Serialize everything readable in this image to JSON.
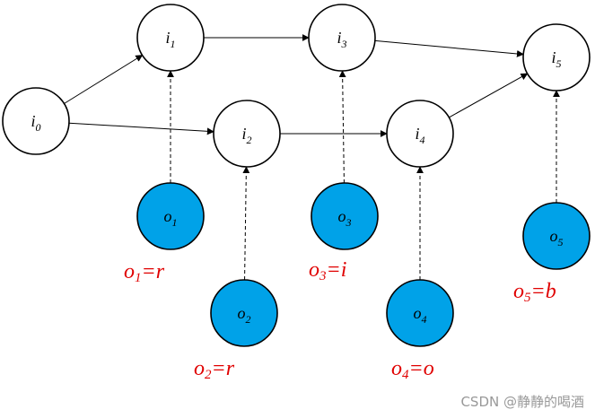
{
  "diagram": {
    "hidden_nodes": [
      {
        "id": "i0",
        "base": "i",
        "sub": "0"
      },
      {
        "id": "i1",
        "base": "i",
        "sub": "1"
      },
      {
        "id": "i2",
        "base": "i",
        "sub": "2"
      },
      {
        "id": "i3",
        "base": "i",
        "sub": "3"
      },
      {
        "id": "i4",
        "base": "i",
        "sub": "4"
      },
      {
        "id": "i5",
        "base": "i",
        "sub": "5"
      }
    ],
    "observed_nodes": [
      {
        "id": "o1",
        "base": "o",
        "sub": "1",
        "value": "r",
        "emits_to": "i1"
      },
      {
        "id": "o2",
        "base": "o",
        "sub": "2",
        "value": "r",
        "emits_to": "i2"
      },
      {
        "id": "o3",
        "base": "o",
        "sub": "3",
        "value": "i",
        "emits_to": "i3"
      },
      {
        "id": "o4",
        "base": "o",
        "sub": "4",
        "value": "o",
        "emits_to": "i4"
      },
      {
        "id": "o5",
        "base": "o",
        "sub": "5",
        "value": "b",
        "emits_to": "i5"
      }
    ],
    "transitions": [
      [
        "i0",
        "i1"
      ],
      [
        "i0",
        "i2"
      ],
      [
        "i1",
        "i3"
      ],
      [
        "i2",
        "i4"
      ],
      [
        "i3",
        "i5"
      ],
      [
        "i4",
        "i5"
      ]
    ],
    "colors": {
      "observed_fill": "#00a2e8",
      "label_red": "#e00000",
      "watermark": "#999999"
    }
  },
  "watermark": "CSDN @静静的喝酒"
}
